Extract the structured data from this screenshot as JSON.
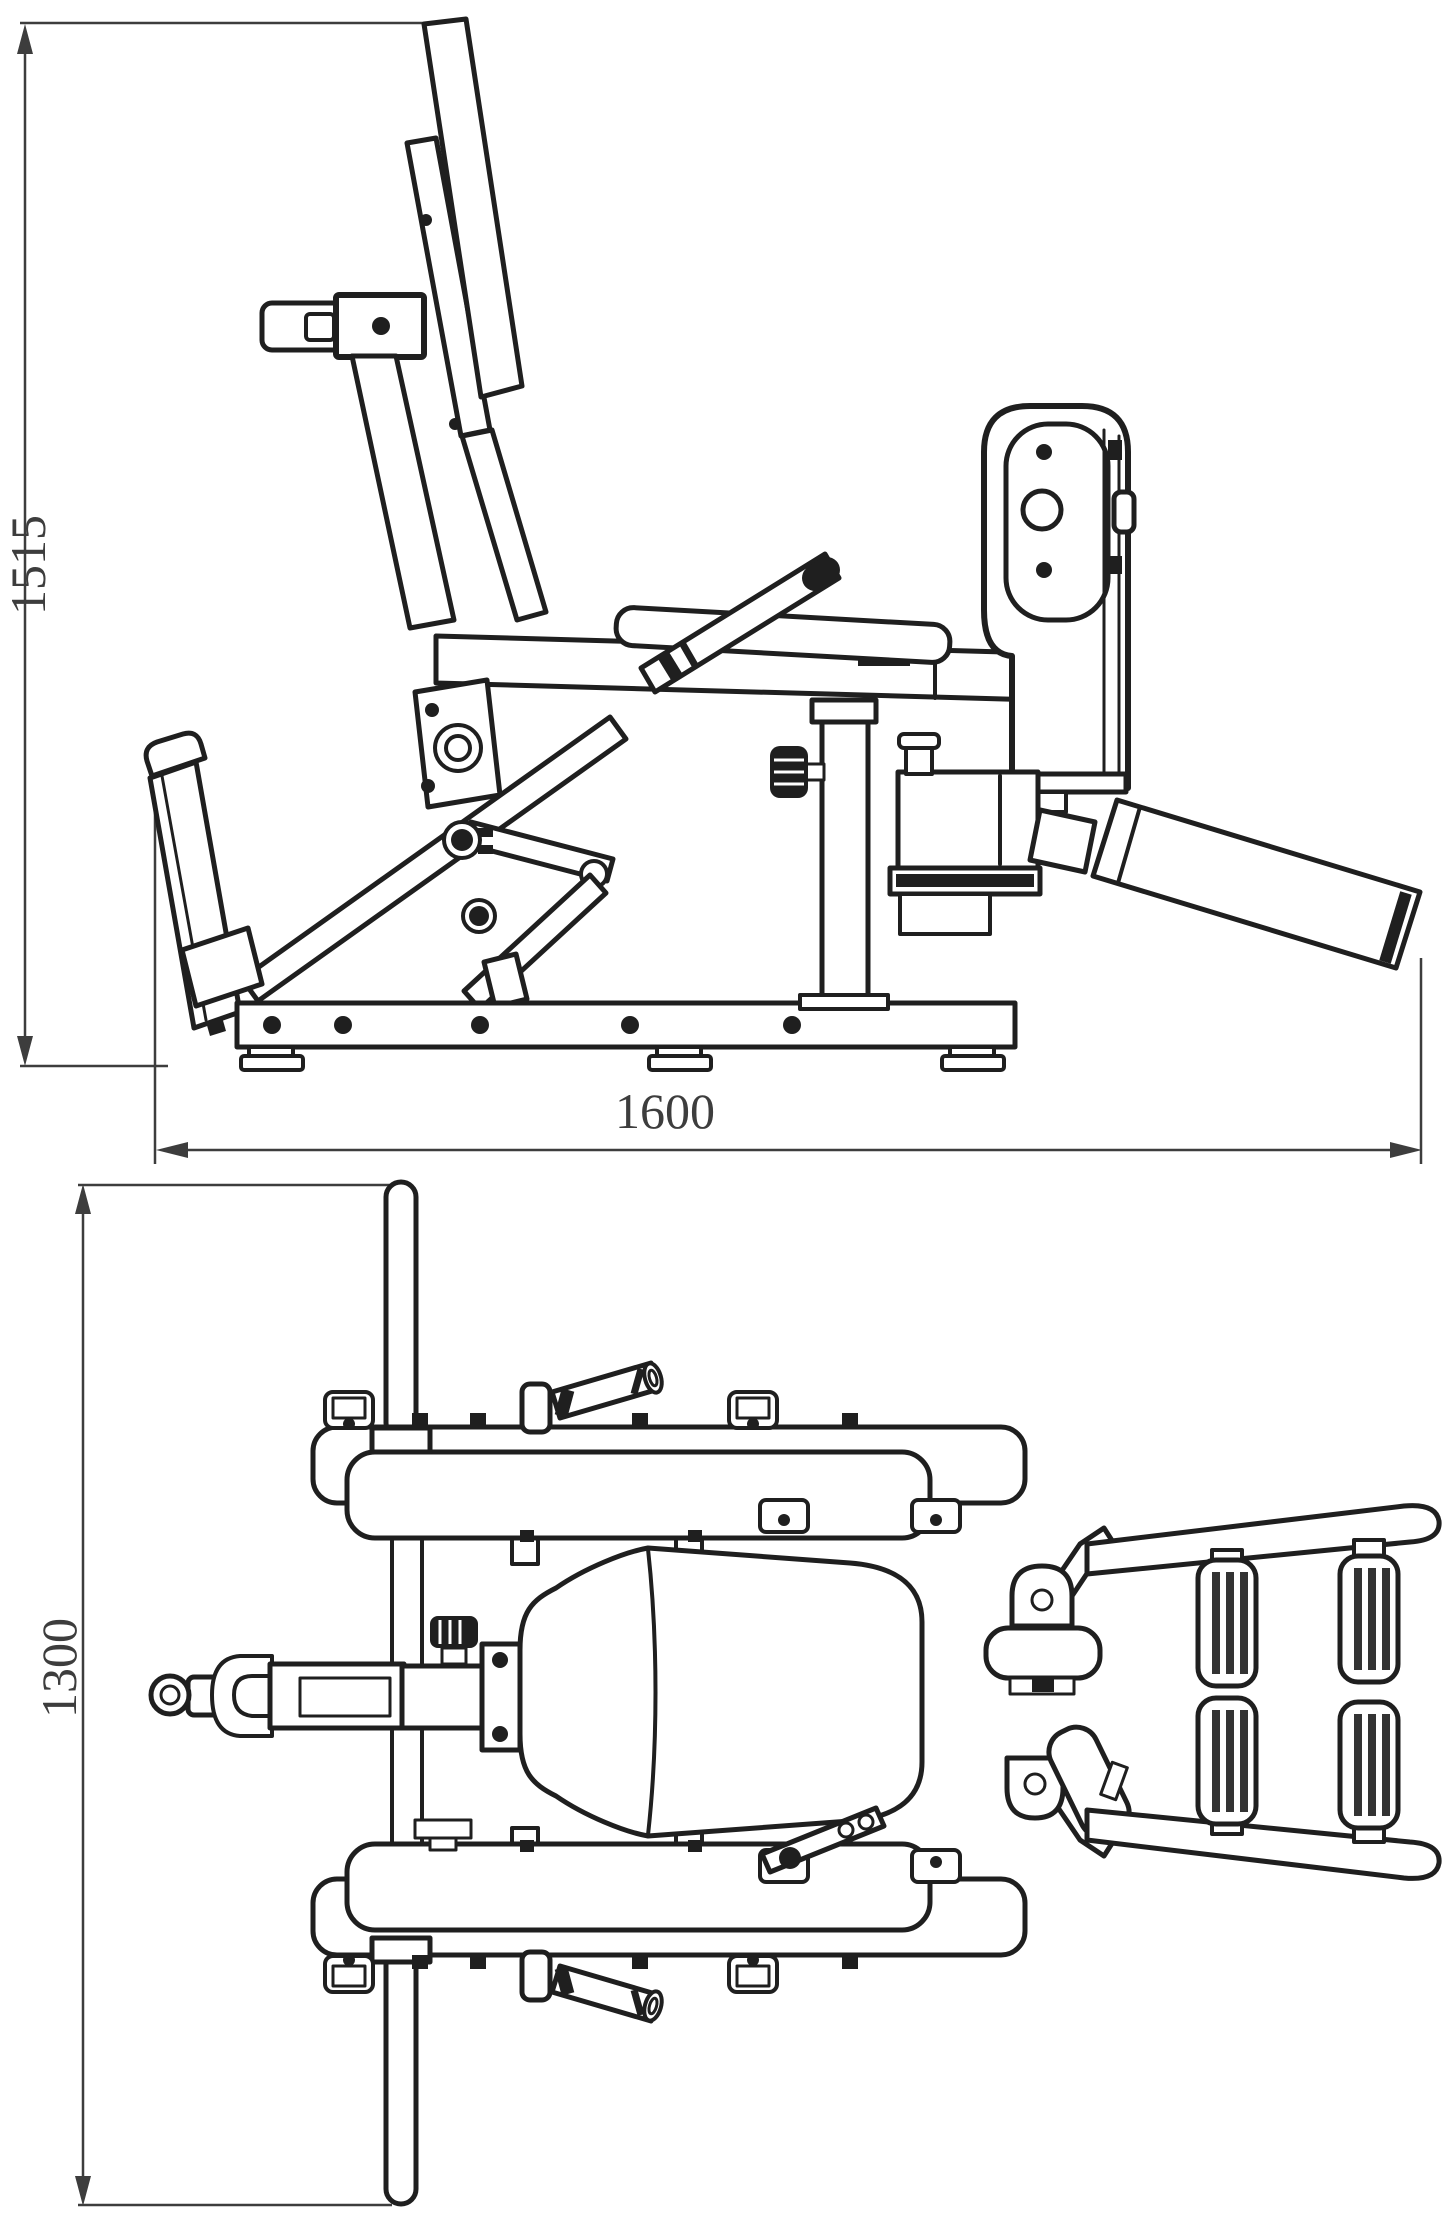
{
  "dimensions": {
    "side_height": "1515",
    "side_length": "1600",
    "plan_width": "1300"
  },
  "colors": {
    "line": "#1f1f1f",
    "dim": "#3d3d3d",
    "sheet": "#ffffff"
  }
}
